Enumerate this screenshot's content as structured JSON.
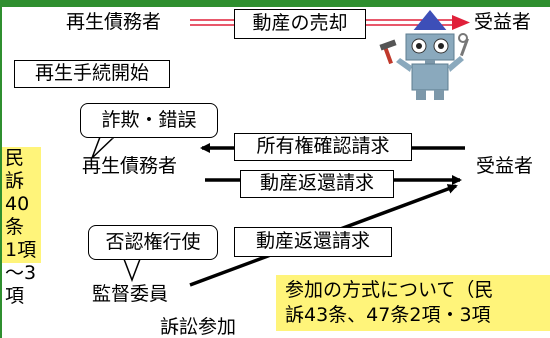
{
  "top": {
    "left_party": "再生債務者",
    "center_box": "動産の売却",
    "right_party": "受益者"
  },
  "procedure_box": "再生手続開始",
  "sidenote_lines": [
    "民訴",
    "40条",
    "1項",
    "～3",
    "項"
  ],
  "middle": {
    "bubble_fraud": "詐欺・錯誤",
    "debtor": "再生債務者",
    "beneficiary": "受益者",
    "claim_ownership": "所有権確認請求",
    "claim_return_debtor": "動産返還請求"
  },
  "lower": {
    "bubble_denial": "否認権行使",
    "claim_return_supervisor": "動産返還請求",
    "supervisor": "監督委員",
    "participation": "訴訟参加"
  },
  "note": {
    "line1": "参加の方式について（民",
    "line2": "訴43条、47条2項・3項"
  },
  "colors": {
    "frame_green": "#2f8f2f",
    "arrow_red": "#e0203a",
    "note_yellow": "#fff47a",
    "robot_body": "#8aa9bd",
    "robot_hat": "#3d4fb8"
  }
}
